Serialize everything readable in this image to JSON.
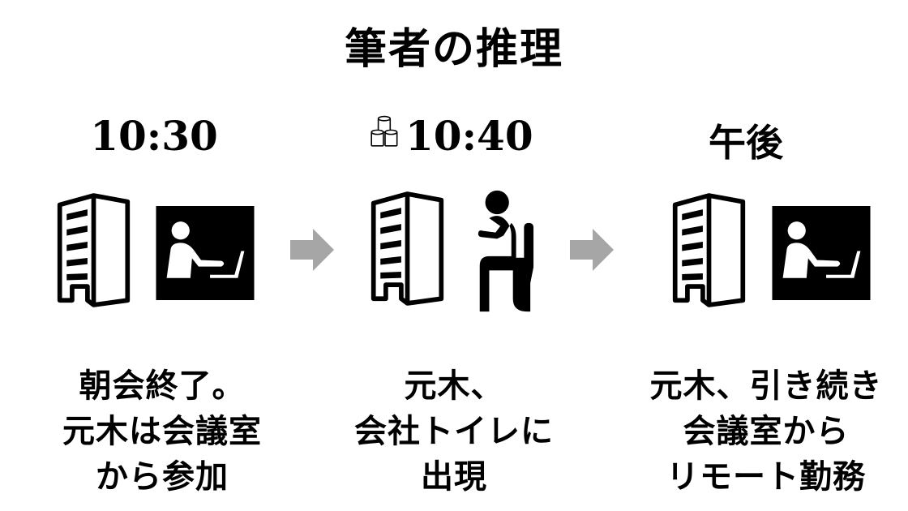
{
  "title": "筆者の推理",
  "steps": [
    {
      "time": "10:30",
      "icons": [
        "office-building-icon",
        "remote-work-laptop-icon"
      ],
      "caption_lines": [
        "朝会終了。",
        "元木は会議室",
        "から参加"
      ]
    },
    {
      "time": "10:40",
      "time_icon": "toilet-paper-rolls-icon",
      "icons": [
        "office-building-icon",
        "person-on-toilet-icon"
      ],
      "caption_lines": [
        "元木、",
        "会社トイレに",
        "出現"
      ]
    },
    {
      "time": "午後",
      "icons": [
        "office-building-icon",
        "remote-work-laptop-icon"
      ],
      "caption_lines": [
        "元木、引き続き",
        "会議室から",
        "リモート勤務"
      ]
    }
  ],
  "arrows": [
    "arrow-right-icon",
    "arrow-right-icon"
  ],
  "colors": {
    "arrow": "#a6a6a6",
    "ink": "#000000",
    "background": "#ffffff"
  }
}
